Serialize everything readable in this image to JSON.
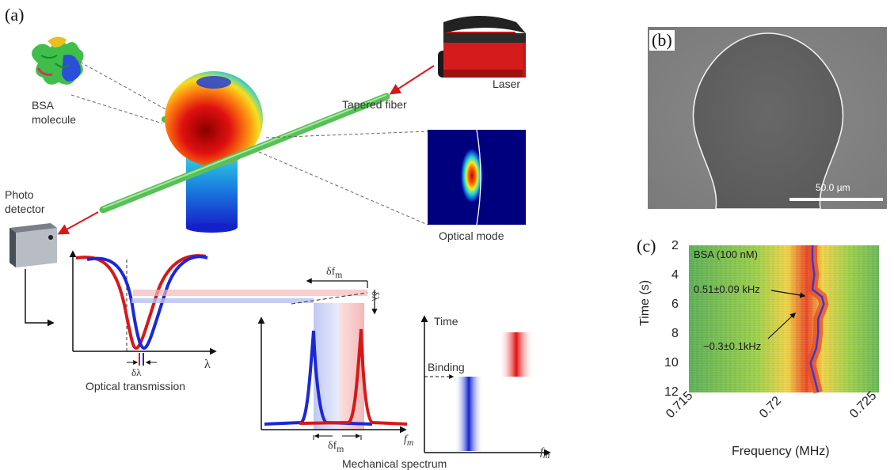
{
  "panel_a": {
    "letter": "(a)",
    "bsa_label_1": "BSA",
    "bsa_label_2": "molecule",
    "laser_label": "Laser",
    "fiber_label": "Tapered fiber",
    "photo_label_1": "Photo",
    "photo_label_2": "detector",
    "optical_mode_label": "Optical mode",
    "optical_transmission_label": "Optical transmission",
    "lambda_axis": "λ",
    "delta_lambda": "δλ",
    "delta_fm": "δf",
    "fm_sub": "m",
    "time_label": "Time",
    "binding_label": "Binding",
    "fm_axis": "f",
    "mechanical_spectrum_label": "Mechanical spectrum"
  },
  "panel_b": {
    "letter": "(b)",
    "scale_bar": "50.0 µm"
  },
  "panel_c": {
    "letter": "(c)",
    "legend": "BSA (100 nM)",
    "annotation_1": "0.51±0.09 kHz",
    "annotation_2": "−0.3±0.1kHz",
    "ylabel": "Time (s)",
    "xlabel": "Frequency (MHz)",
    "yticks": [
      "2",
      "4",
      "6",
      "8",
      "10",
      "12"
    ],
    "xticks": [
      "0.715",
      "0.72",
      "0.725"
    ]
  },
  "chart_data": {
    "type": "heatmap",
    "xlabel": "Frequency (MHz)",
    "ylabel": "Time (s)",
    "xlim": [
      0.715,
      0.725
    ],
    "ylim": [
      2,
      12
    ],
    "series": [
      {
        "time_s": [
          2,
          3,
          4,
          5,
          5.5,
          6,
          7,
          8,
          9,
          10,
          11,
          12
        ],
        "peak_frequency_mhz": [
          0.7215,
          0.7215,
          0.7216,
          0.7215,
          0.722,
          0.7221,
          0.7218,
          0.7218,
          0.7217,
          0.7214,
          0.7216,
          0.7218
        ]
      }
    ],
    "colors": {
      "background": "#7ec05a",
      "band": "#e84a2a",
      "line": "#3a3ad0"
    }
  }
}
